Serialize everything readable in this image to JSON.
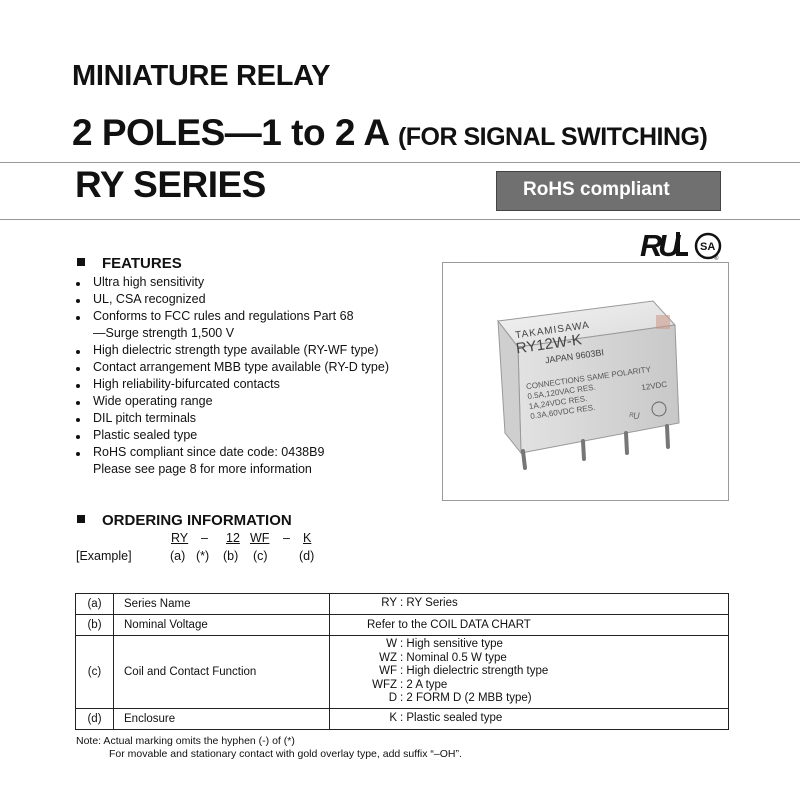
{
  "header": {
    "title": "MINIATURE RELAY",
    "subtitle_main": "2 POLES—1 to 2 A",
    "subtitle_sub": "(FOR SIGNAL SWITCHING)",
    "series": "RY SERIES",
    "badge": "RoHS compliant"
  },
  "certification_logos": [
    "UL",
    "CSA"
  ],
  "features": {
    "heading": "FEATURES",
    "items": [
      {
        "text": "Ultra high sensitivity",
        "bullet": true
      },
      {
        "text": "UL, CSA recognized",
        "bullet": true
      },
      {
        "text": "Conforms to FCC rules and regulations Part 68",
        "bullet": true
      },
      {
        "text": "—Surge strength 1,500 V",
        "bullet": false
      },
      {
        "text": "High dielectric strength type available (RY-WF type)",
        "bullet": true
      },
      {
        "text": "Contact arrangement MBB type available (RY-D type)",
        "bullet": true
      },
      {
        "text": "High reliability-bifurcated contacts",
        "bullet": true
      },
      {
        "text": "Wide operating range",
        "bullet": true
      },
      {
        "text": "DIL pitch terminals",
        "bullet": true
      },
      {
        "text": "Plastic sealed type",
        "bullet": true
      },
      {
        "text": "RoHS compliant since date code: 0438B9",
        "bullet": true
      },
      {
        "text": "Please see page 8 for more information",
        "bullet": false
      }
    ]
  },
  "relay_photo": {
    "brand": "TAKAMISAWA",
    "model": "RY12W-K",
    "origin": "JAPAN 9603BI",
    "label_lines": [
      "CONNECTIONS SAME POLARITY",
      "0.5A,120VAC RES.",
      "1A,24VDC RES.",
      "0.3A,60VDC RES."
    ],
    "voltage": "12VDC"
  },
  "ordering": {
    "heading": "ORDERING INFORMATION",
    "example_label": "[Example]",
    "codes": [
      "RY",
      "–",
      "12",
      "WF",
      "–",
      "K"
    ],
    "refs": [
      "(a)",
      "(*)",
      "(b)",
      "(c)",
      "(d)"
    ]
  },
  "spec_table": {
    "rows": [
      {
        "id": "(a)",
        "name": "Series Name",
        "options": [
          {
            "code": "RY",
            "desc": ": RY Series"
          }
        ]
      },
      {
        "id": "(b)",
        "name": "Nominal Voltage",
        "text": "Refer to the COIL DATA CHART"
      },
      {
        "id": "(c)",
        "name": "Coil and Contact Function",
        "options": [
          {
            "code": "W",
            "desc": ": High sensitive type"
          },
          {
            "code": "WZ",
            "desc": ": Nominal 0.5 W type"
          },
          {
            "code": "WF",
            "desc": ": High dielectric strength type"
          },
          {
            "code": "WFZ",
            "desc": ": 2 A type"
          },
          {
            "code": "D",
            "desc": ": 2 FORM D (2 MBB type)"
          }
        ]
      },
      {
        "id": "(d)",
        "name": "Enclosure",
        "options": [
          {
            "code": "K",
            "desc": ": Plastic sealed type"
          }
        ]
      }
    ]
  },
  "note": {
    "line1": "Note:  Actual marking omits the hyphen (-) of (*)",
    "line2": "For movable and stationary contact with gold overlay type, add suffix “–OH”."
  }
}
